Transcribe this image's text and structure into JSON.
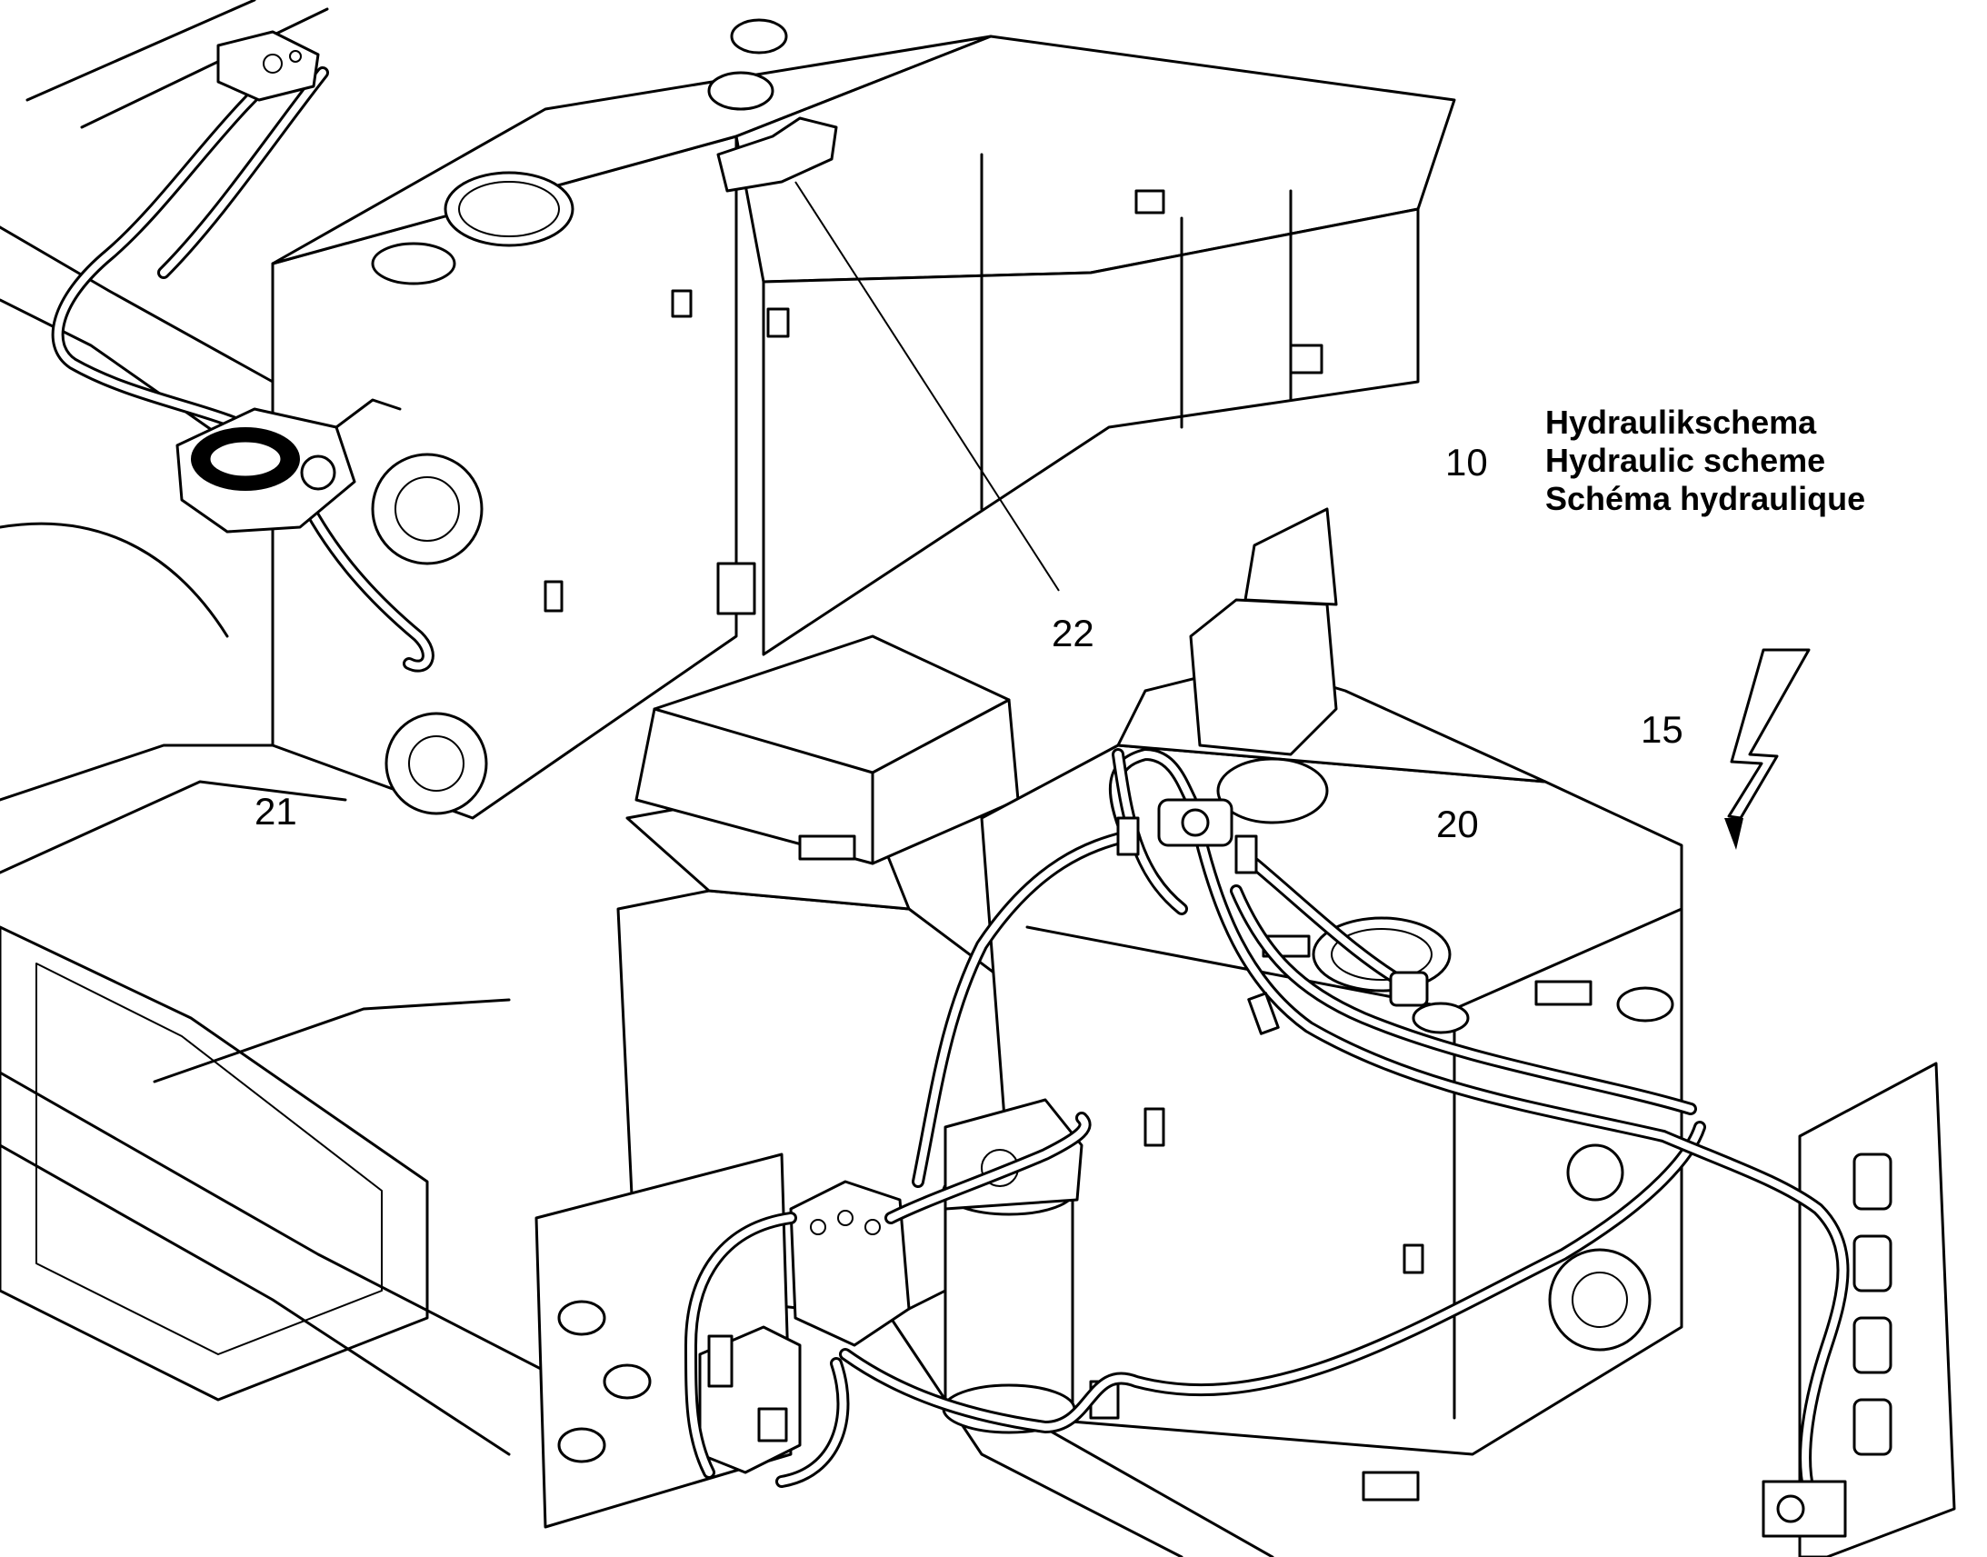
{
  "legend": {
    "number": "10",
    "line_de": "Hydraulikschema",
    "line_en": "Hydraulic scheme",
    "line_fr": "Schéma hydraulique"
  },
  "callouts": {
    "c15": "15",
    "c20": "20",
    "c21": "21",
    "c22": "22"
  },
  "icons": {
    "direction_arrow": "lightning-arrow-icon"
  }
}
